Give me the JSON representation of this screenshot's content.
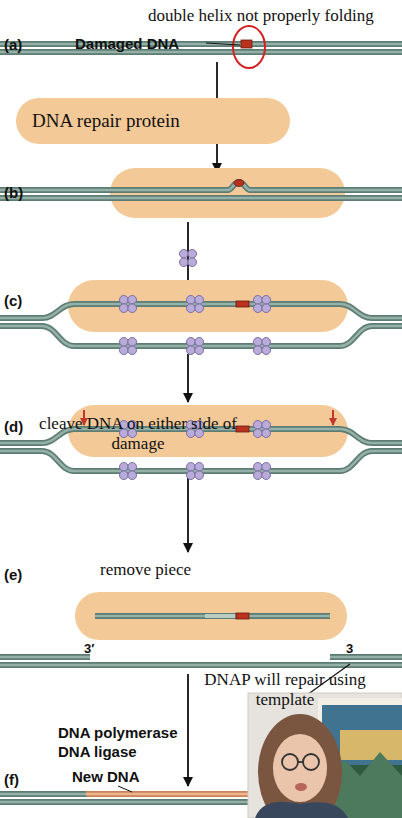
{
  "diagram": {
    "nodes": [
      {
        "text": [
          "DNA repair protein"
        ]
      }
    ],
    "labels": [
      "double helix not properly folding",
      "(a)",
      "Damaged DNA",
      "(b)",
      "(c)",
      "(d)",
      "cleave DNA on either side of damage",
      "remove piece",
      "(e)",
      "3′",
      "3",
      "DNAP will repair using template",
      "DNA polymerase",
      "DNA ligase",
      "(f)",
      "New DNA"
    ]
  }
}
